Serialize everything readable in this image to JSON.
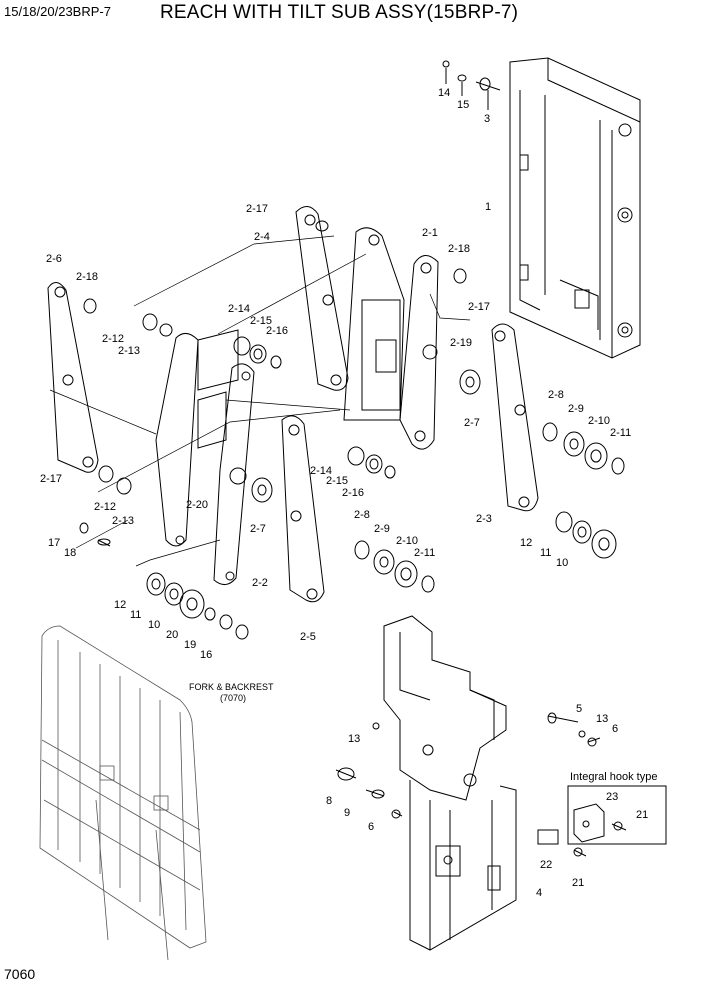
{
  "header": {
    "model": "15/18/20/23BRP-7",
    "title": "REACH WITH TILT SUB ASSY(15BRP-7)"
  },
  "page_number": "7060",
  "notes": {
    "fork_backrest_line1": "FORK & BACKREST",
    "fork_backrest_line2": "(7070)",
    "integral_hook_type": "Integral hook type"
  },
  "callouts": [
    "14",
    "15",
    "3",
    "1",
    "2-17",
    "2-4",
    "2-1",
    "2-18",
    "2-6",
    "2-18",
    "2-17",
    "2-14",
    "2-15",
    "2-16",
    "2-12",
    "2-13",
    "2-19",
    "2-7",
    "2-8",
    "2-9",
    "2-10",
    "2-11",
    "2-17",
    "2-12",
    "2-13",
    "2-20",
    "2-14",
    "2-15",
    "2-16",
    "2-7",
    "2-3",
    "17",
    "18",
    "2-8",
    "2-9",
    "2-10",
    "2-11",
    "12",
    "11",
    "10",
    "2-2",
    "12",
    "11",
    "10",
    "20",
    "19",
    "16",
    "2-5",
    "5",
    "13",
    "6",
    "13",
    "8",
    "9",
    "6",
    "23",
    "21",
    "22",
    "21",
    "4"
  ]
}
